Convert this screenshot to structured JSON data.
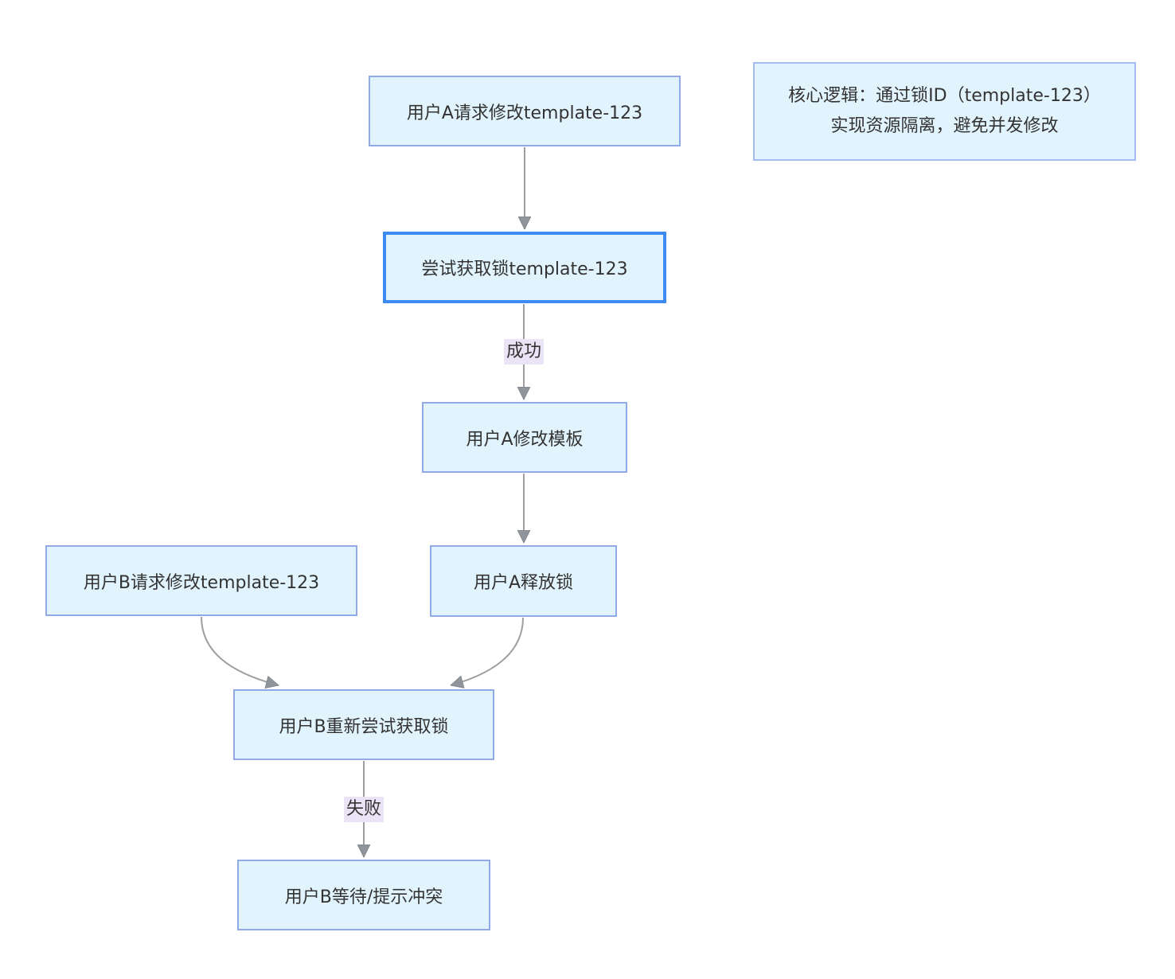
{
  "diagram": {
    "type": "flowchart",
    "nodes": {
      "a_request": {
        "label": "用户A请求修改template-123"
      },
      "try_lock": {
        "label": "尝试获取锁template-123",
        "highlighted": true
      },
      "a_modify": {
        "label": "用户A修改模板"
      },
      "a_release": {
        "label": "用户A释放锁"
      },
      "b_request": {
        "label": "用户B请求修改template-123"
      },
      "b_retry": {
        "label": "用户B重新尝试获取锁"
      },
      "b_wait": {
        "label": "用户B等待/提示冲突"
      }
    },
    "edges": [
      {
        "from": "a_request",
        "to": "try_lock"
      },
      {
        "from": "try_lock",
        "to": "a_modify",
        "label": "成功"
      },
      {
        "from": "a_modify",
        "to": "a_release"
      },
      {
        "from": "a_release",
        "to": "b_retry"
      },
      {
        "from": "b_request",
        "to": "b_retry"
      },
      {
        "from": "b_retry",
        "to": "b_wait",
        "label": "失败"
      }
    ],
    "edge_labels": {
      "success": "成功",
      "fail": "失败"
    },
    "note": {
      "line1": "核心逻辑：通过锁ID（template-123）",
      "line2": "实现资源隔离，避免并发修改"
    },
    "colors": {
      "node_fill": "#e1f3fd",
      "node_border": "#92a9e8",
      "note_border": "#a5bdee",
      "highlight_border": "#3d8af2",
      "edge": "#9e9e9e",
      "arrowhead": "#8f959a",
      "label_bg": "#ebe4f6",
      "text": "#333333",
      "background": "#ffffff"
    }
  }
}
